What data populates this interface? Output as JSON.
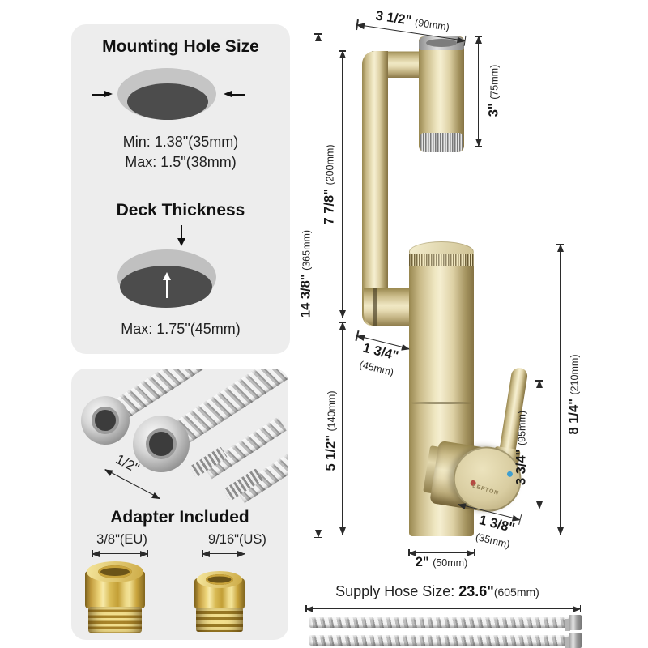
{
  "panels": {
    "mounting": {
      "title": "Mounting Hole Size",
      "min": "Min: 1.38\"(35mm)",
      "max": "Max: 1.5\"(38mm)"
    },
    "deck": {
      "title": "Deck Thickness",
      "max": "Max: 1.75\"(45mm)"
    },
    "adapter": {
      "title": "Adapter Included",
      "hose_diameter": "1/2\"",
      "eu": "3/8\"(EU)",
      "us": "9/16\"(US)"
    }
  },
  "dimensions": {
    "top_width": {
      "in": "3 1/2\"",
      "mm": "(90mm)"
    },
    "spout_length": {
      "in": "3\"",
      "mm": "(75mm)"
    },
    "total_height": {
      "in": "14 3/8\"",
      "mm": "(365mm)"
    },
    "upper_section": {
      "in": "7 7/8\"",
      "mm": "(200mm)"
    },
    "lower_section": {
      "in": "5 1/2\"",
      "mm": "(140mm)"
    },
    "arm_reach": {
      "in": "1 3/4\"",
      "mm": "(45mm)"
    },
    "handle_height": {
      "in": "3 3/4\"",
      "mm": "(95mm)"
    },
    "deck_to_lever_top": {
      "in": "8 1/4\"",
      "mm": "(210mm)"
    },
    "handle_diameter": {
      "in": "1 3/8\"",
      "mm": "(35mm)"
    },
    "base_width": {
      "in": "2\"",
      "mm": "(50mm)"
    }
  },
  "supply_hose": {
    "label": "Supply Hose Size: ",
    "value": "23.6\"",
    "mm": "(605mm)"
  },
  "faucet": {
    "brand": "LEFTON"
  },
  "colors": {
    "panel_bg": "#ededed",
    "dimension_line": "#2b2b2b",
    "gold": "#d9cfa3",
    "hot_dot": "#b54a42",
    "cold_dot": "#3f9fd0",
    "brass": "#d4af4e",
    "chrome": "#c9c9c9",
    "hole_dark": "#4c4c4c",
    "hole_rim": "#c5c5c5"
  }
}
